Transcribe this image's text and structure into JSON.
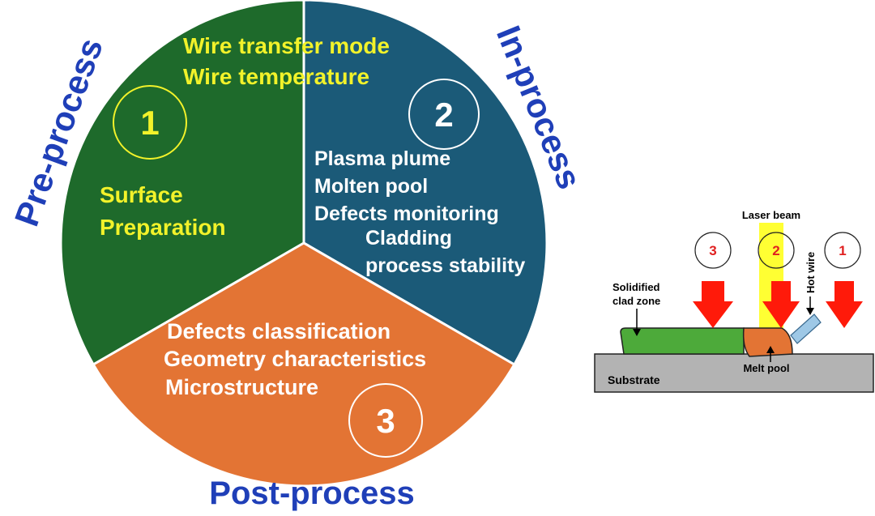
{
  "pie": {
    "sectors": [
      {
        "number": "1",
        "lines": [
          "Surface",
          "Preparation"
        ],
        "color": "#1e6a2b",
        "text_color": "#f2f22a",
        "number_color": "#f2f22a"
      },
      {
        "number": "2",
        "lines": [
          "Plasma plume",
          "Molten pool",
          "Defects monitoring",
          "Cladding",
          "process stability"
        ],
        "color": "#1b5a78",
        "text_color": "#ffffff",
        "number_color": "#ffffff"
      },
      {
        "number": "3",
        "lines": [
          "Defects classification",
          "Geometry characteristics",
          "Microstructure"
        ],
        "color": "#e37434",
        "text_color": "#ffffff",
        "number_color": "#ffffff"
      }
    ],
    "top_lines": [
      "Wire transfer mode",
      "Wire temperature"
    ],
    "top_text_color": "#f2f22a"
  },
  "stage_labels": {
    "pre": "Pre-process",
    "in": "In-process",
    "post": "Post-process",
    "color": "#1f3fb8"
  },
  "schematic": {
    "laser_beam": "Laser beam",
    "hot_wire": "Hot wire",
    "clad_zone": [
      "Solidified",
      "clad zone"
    ],
    "substrate": "Substrate",
    "melt_pool": "Melt pool",
    "markers": [
      "3",
      "2",
      "1"
    ],
    "marker_color": "#e02020",
    "arrow_color": "#ff1a0a",
    "beam_color": "#ffff33",
    "clad_color": "#4daa3a",
    "pool_color": "#e37434",
    "substrate_color": "#b3b3b3",
    "wire_color": "#9ec8e6"
  }
}
